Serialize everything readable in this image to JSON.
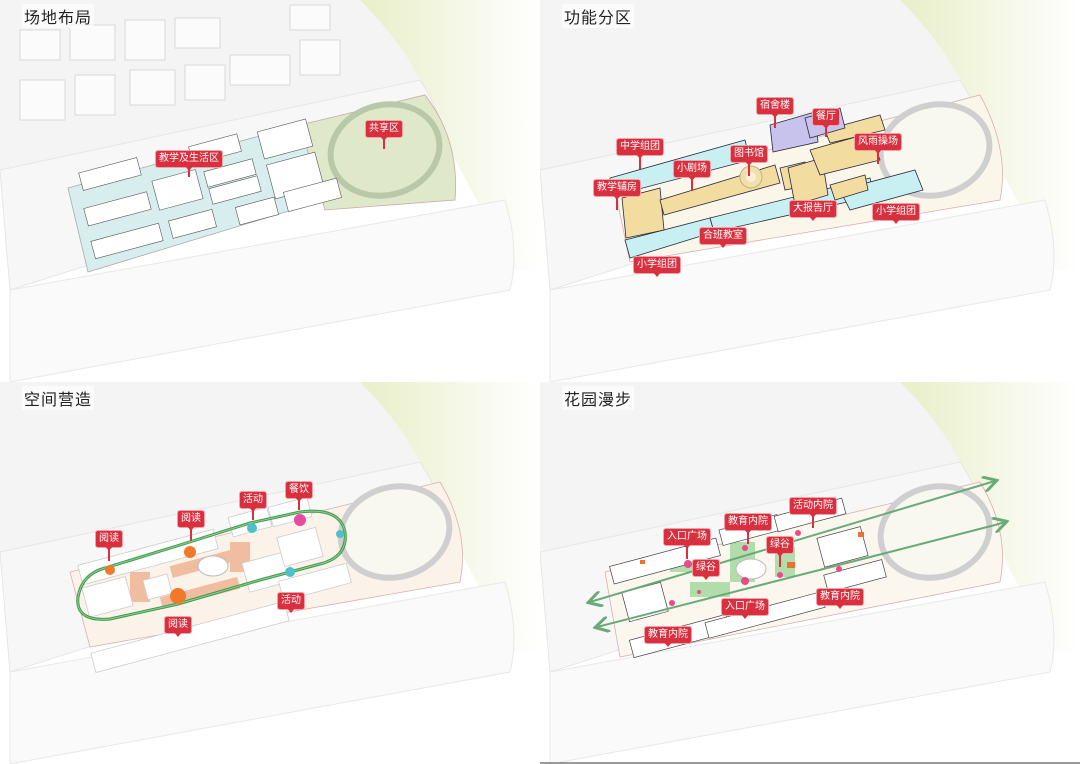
{
  "panels": [
    {
      "title": "场地布局",
      "labels": [
        {
          "text": "教学及生活区"
        },
        {
          "text": "共享区"
        }
      ]
    },
    {
      "title": "功能分区",
      "labels": [
        {
          "text": "宿舍楼"
        },
        {
          "text": "餐厅"
        },
        {
          "text": "中学组团"
        },
        {
          "text": "图书馆"
        },
        {
          "text": "风雨操场"
        },
        {
          "text": "小剧场"
        },
        {
          "text": "教学辅房"
        },
        {
          "text": "大报告厅"
        },
        {
          "text": "小学组团"
        },
        {
          "text": "合班教室"
        },
        {
          "text": "小学组团"
        }
      ]
    },
    {
      "title": "空间营造",
      "labels": [
        {
          "text": "餐饮"
        },
        {
          "text": "活动"
        },
        {
          "text": "阅读"
        },
        {
          "text": "阅读"
        },
        {
          "text": "活动"
        },
        {
          "text": "阅读"
        }
      ]
    },
    {
      "title": "花园漫步",
      "labels": [
        {
          "text": "活动内院"
        },
        {
          "text": "教育内院"
        },
        {
          "text": "入口广场"
        },
        {
          "text": "绿谷"
        },
        {
          "text": "绿谷"
        },
        {
          "text": "教育内院"
        },
        {
          "text": "入口广场"
        },
        {
          "text": "教育内院"
        }
      ]
    }
  ],
  "colors": {
    "label_bg": "#d9303f",
    "teaching_zone": "#d8eeee",
    "shared_zone": "#dfe8c8",
    "middle_school": "#c8f0f2",
    "auxiliary": "#f3dca0",
    "dormitory": "#c7c3ec",
    "reading_dot": "#f07a2a",
    "activity_dot": "#4fc0c8",
    "dining_dot": "#e84aa0",
    "loop_path": "#3e9a4a",
    "garden_axis": "#6aaa78",
    "park": "#eef3d8"
  }
}
